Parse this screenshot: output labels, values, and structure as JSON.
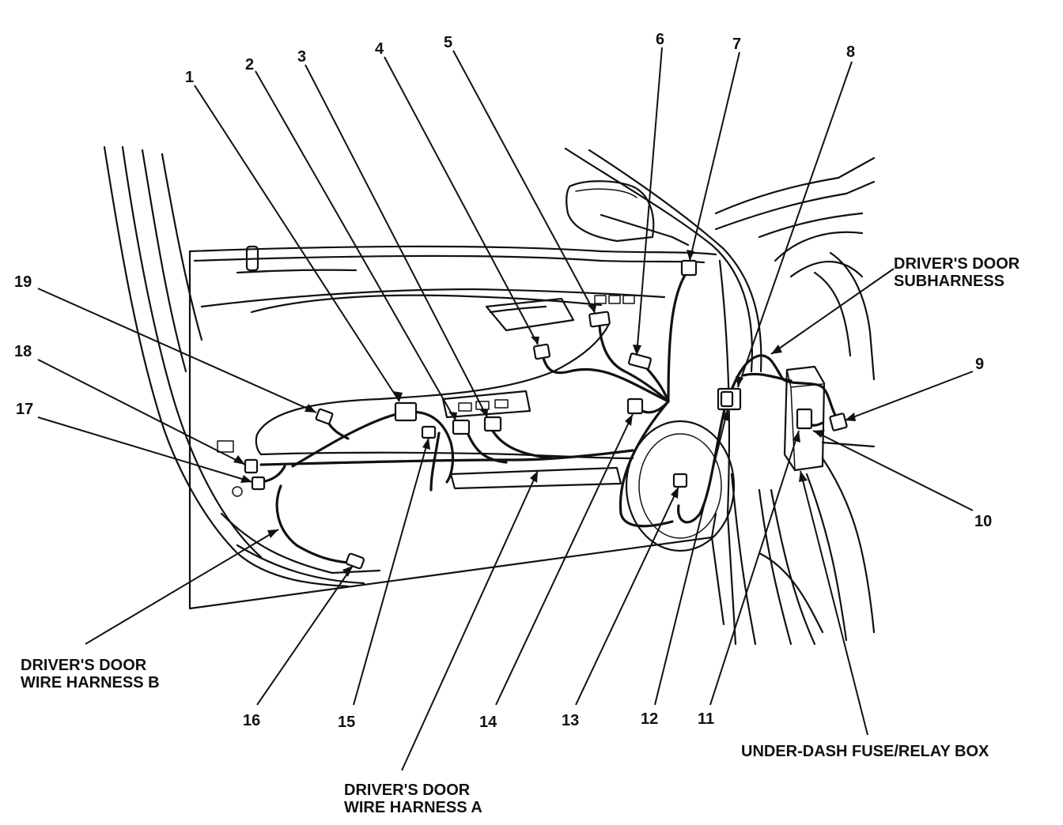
{
  "numbers": [
    "1",
    "2",
    "3",
    "4",
    "5",
    "6",
    "7",
    "8",
    "9",
    "10",
    "11",
    "12",
    "13",
    "14",
    "15",
    "16",
    "17",
    "18",
    "19"
  ],
  "labels": {
    "subharness": [
      "DRIVER'S DOOR",
      "SUBHARNESS"
    ],
    "harness_b": [
      "DRIVER'S DOOR",
      "WIRE HARNESS B"
    ],
    "harness_a": [
      "DRIVER'S DOOR",
      "WIRE HARNESS A"
    ],
    "fuse_box": "UNDER-DASH FUSE/RELAY BOX"
  }
}
